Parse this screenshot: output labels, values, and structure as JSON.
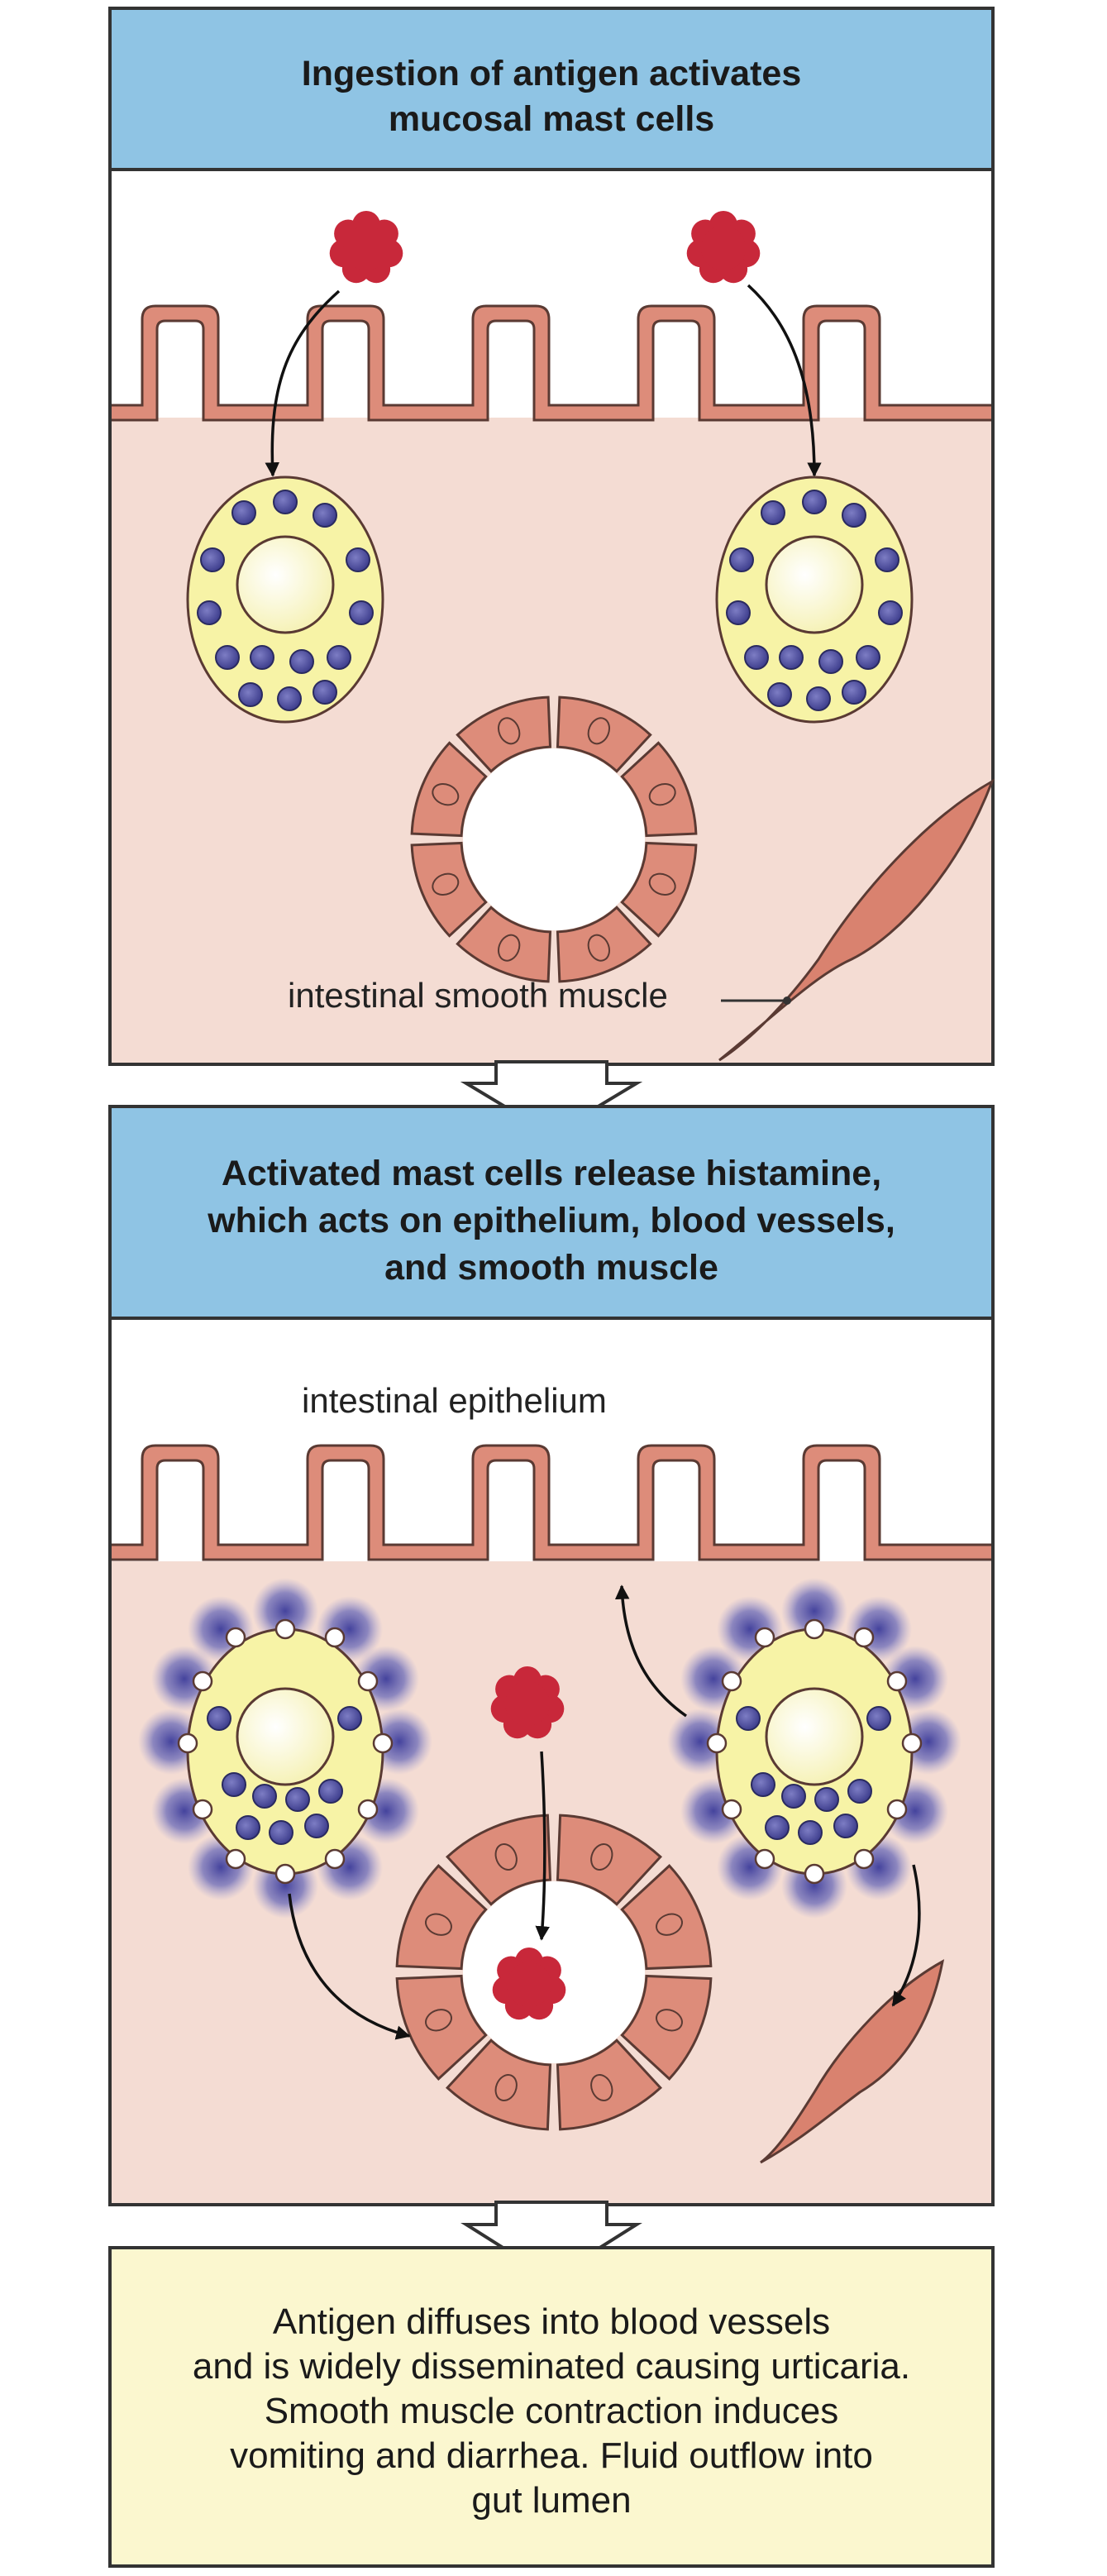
{
  "panel1": {
    "title_line1": "Ingestion of antigen activates",
    "title_line2": "mucosal mast cells",
    "muscle_label": "intestinal smooth muscle"
  },
  "panel2": {
    "title_line1": "Activated mast cells release histamine,",
    "title_line2": "which acts on epithelium, blood vessels,",
    "title_line3": "and smooth muscle",
    "epithelium_label": "intestinal epithelium"
  },
  "panel3": {
    "line1": "Antigen diffuses into blood vessels",
    "line2": "and is widely disseminated causing urticaria.",
    "line3": "Smooth muscle contraction induces",
    "line4": "vomiting and diarrhea. Fluid outflow into",
    "line5": "gut lumen"
  },
  "colors": {
    "header_blue": "#8fc4e4",
    "tissue_pink": "#f4dcd3",
    "epithelium_fill": "#dd8c7a",
    "muscle_fill": "#d9826f",
    "antigen_red": "#c8283a",
    "mast_cell_yellow": "#f7f3a6",
    "granule_purple": "#5a5aa8",
    "summary_yellow": "#fbf7cf",
    "outline": "#5a3a33"
  }
}
